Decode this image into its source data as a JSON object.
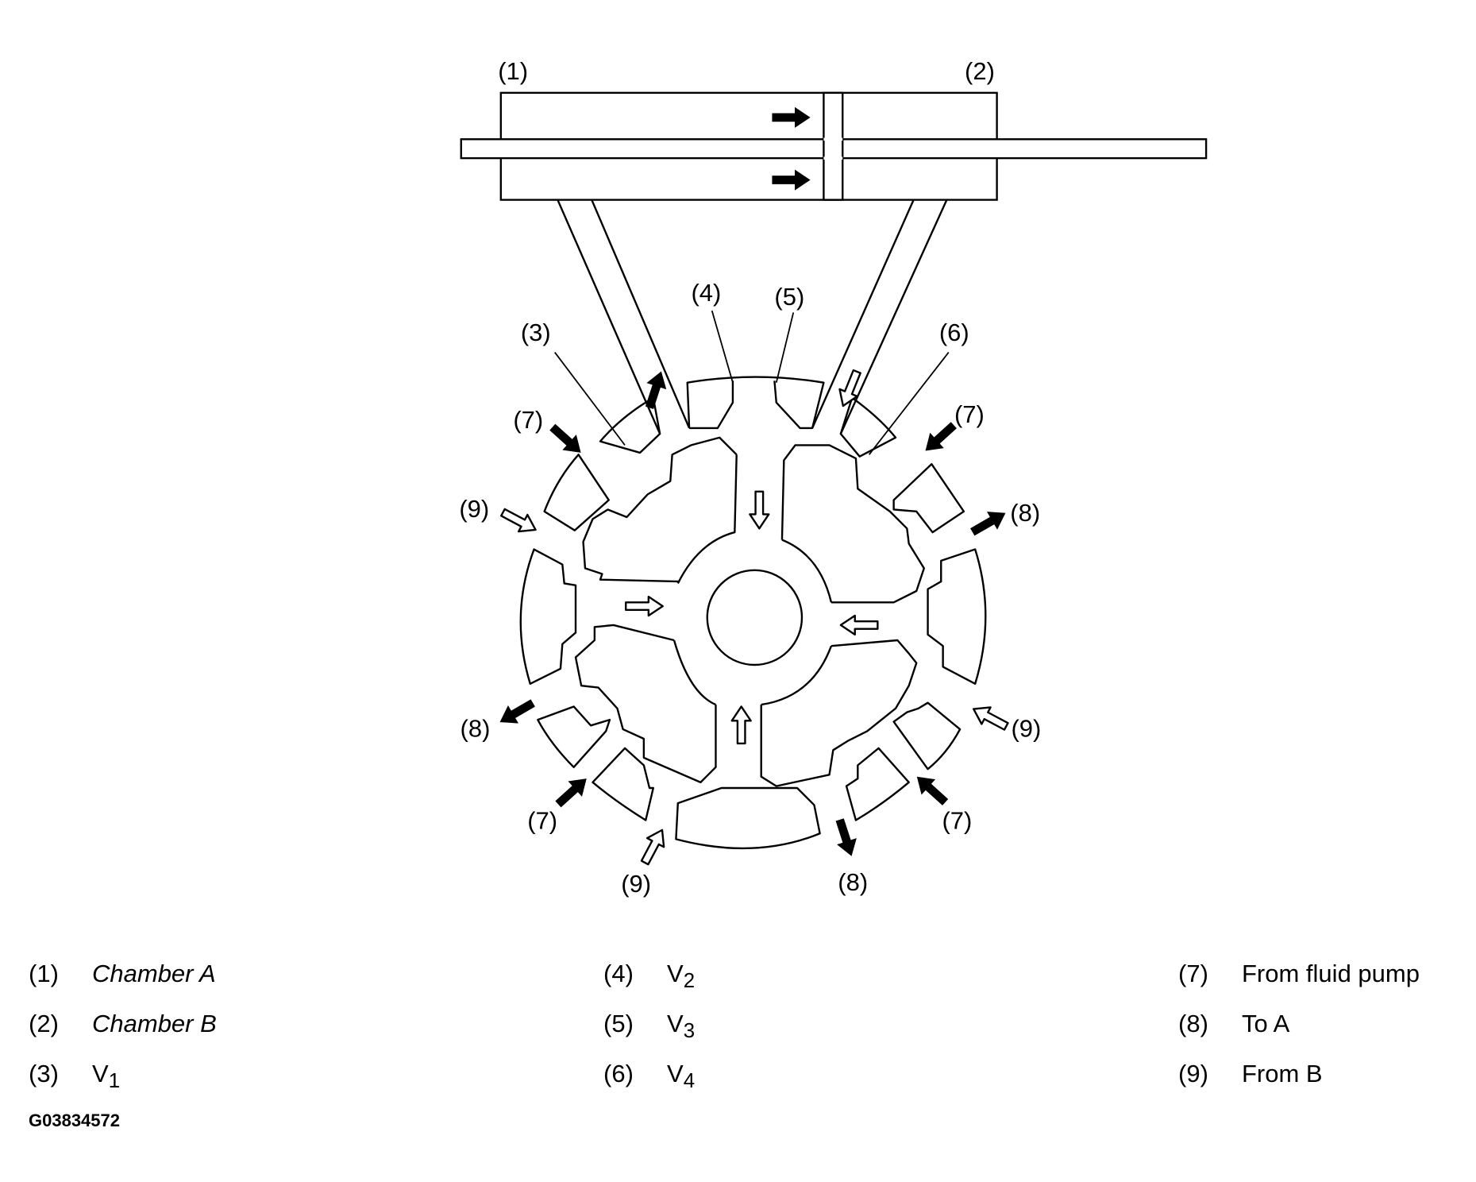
{
  "callouts": {
    "c1": "(1)",
    "c2": "(2)",
    "c3": "(3)",
    "c4": "(4)",
    "c5": "(5)",
    "c6": "(6)",
    "c7": "(7)",
    "c8": "(8)",
    "c9": "(9)"
  },
  "legend": [
    {
      "num": "(1)",
      "text": "Chamber A",
      "italic": true
    },
    {
      "num": "(2)",
      "text": "Chamber B",
      "italic": true
    },
    {
      "num": "(3)",
      "text": "V",
      "sub": "1"
    },
    {
      "num": "(4)",
      "text": "V",
      "sub": "2"
    },
    {
      "num": "(5)",
      "text": "V",
      "sub": "3"
    },
    {
      "num": "(6)",
      "text": "V",
      "sub": "4"
    },
    {
      "num": "(7)",
      "text": "From fluid pump"
    },
    {
      "num": "(8)",
      "text": "To A"
    },
    {
      "num": "(9)",
      "text": "From B"
    }
  ],
  "figure_id": "G03834572",
  "colors": {
    "line": "#000000",
    "background": "#ffffff"
  },
  "icons": {
    "flow_arrow": "filled-arrow-icon",
    "return_arrow": "hollow-arrow-icon"
  }
}
